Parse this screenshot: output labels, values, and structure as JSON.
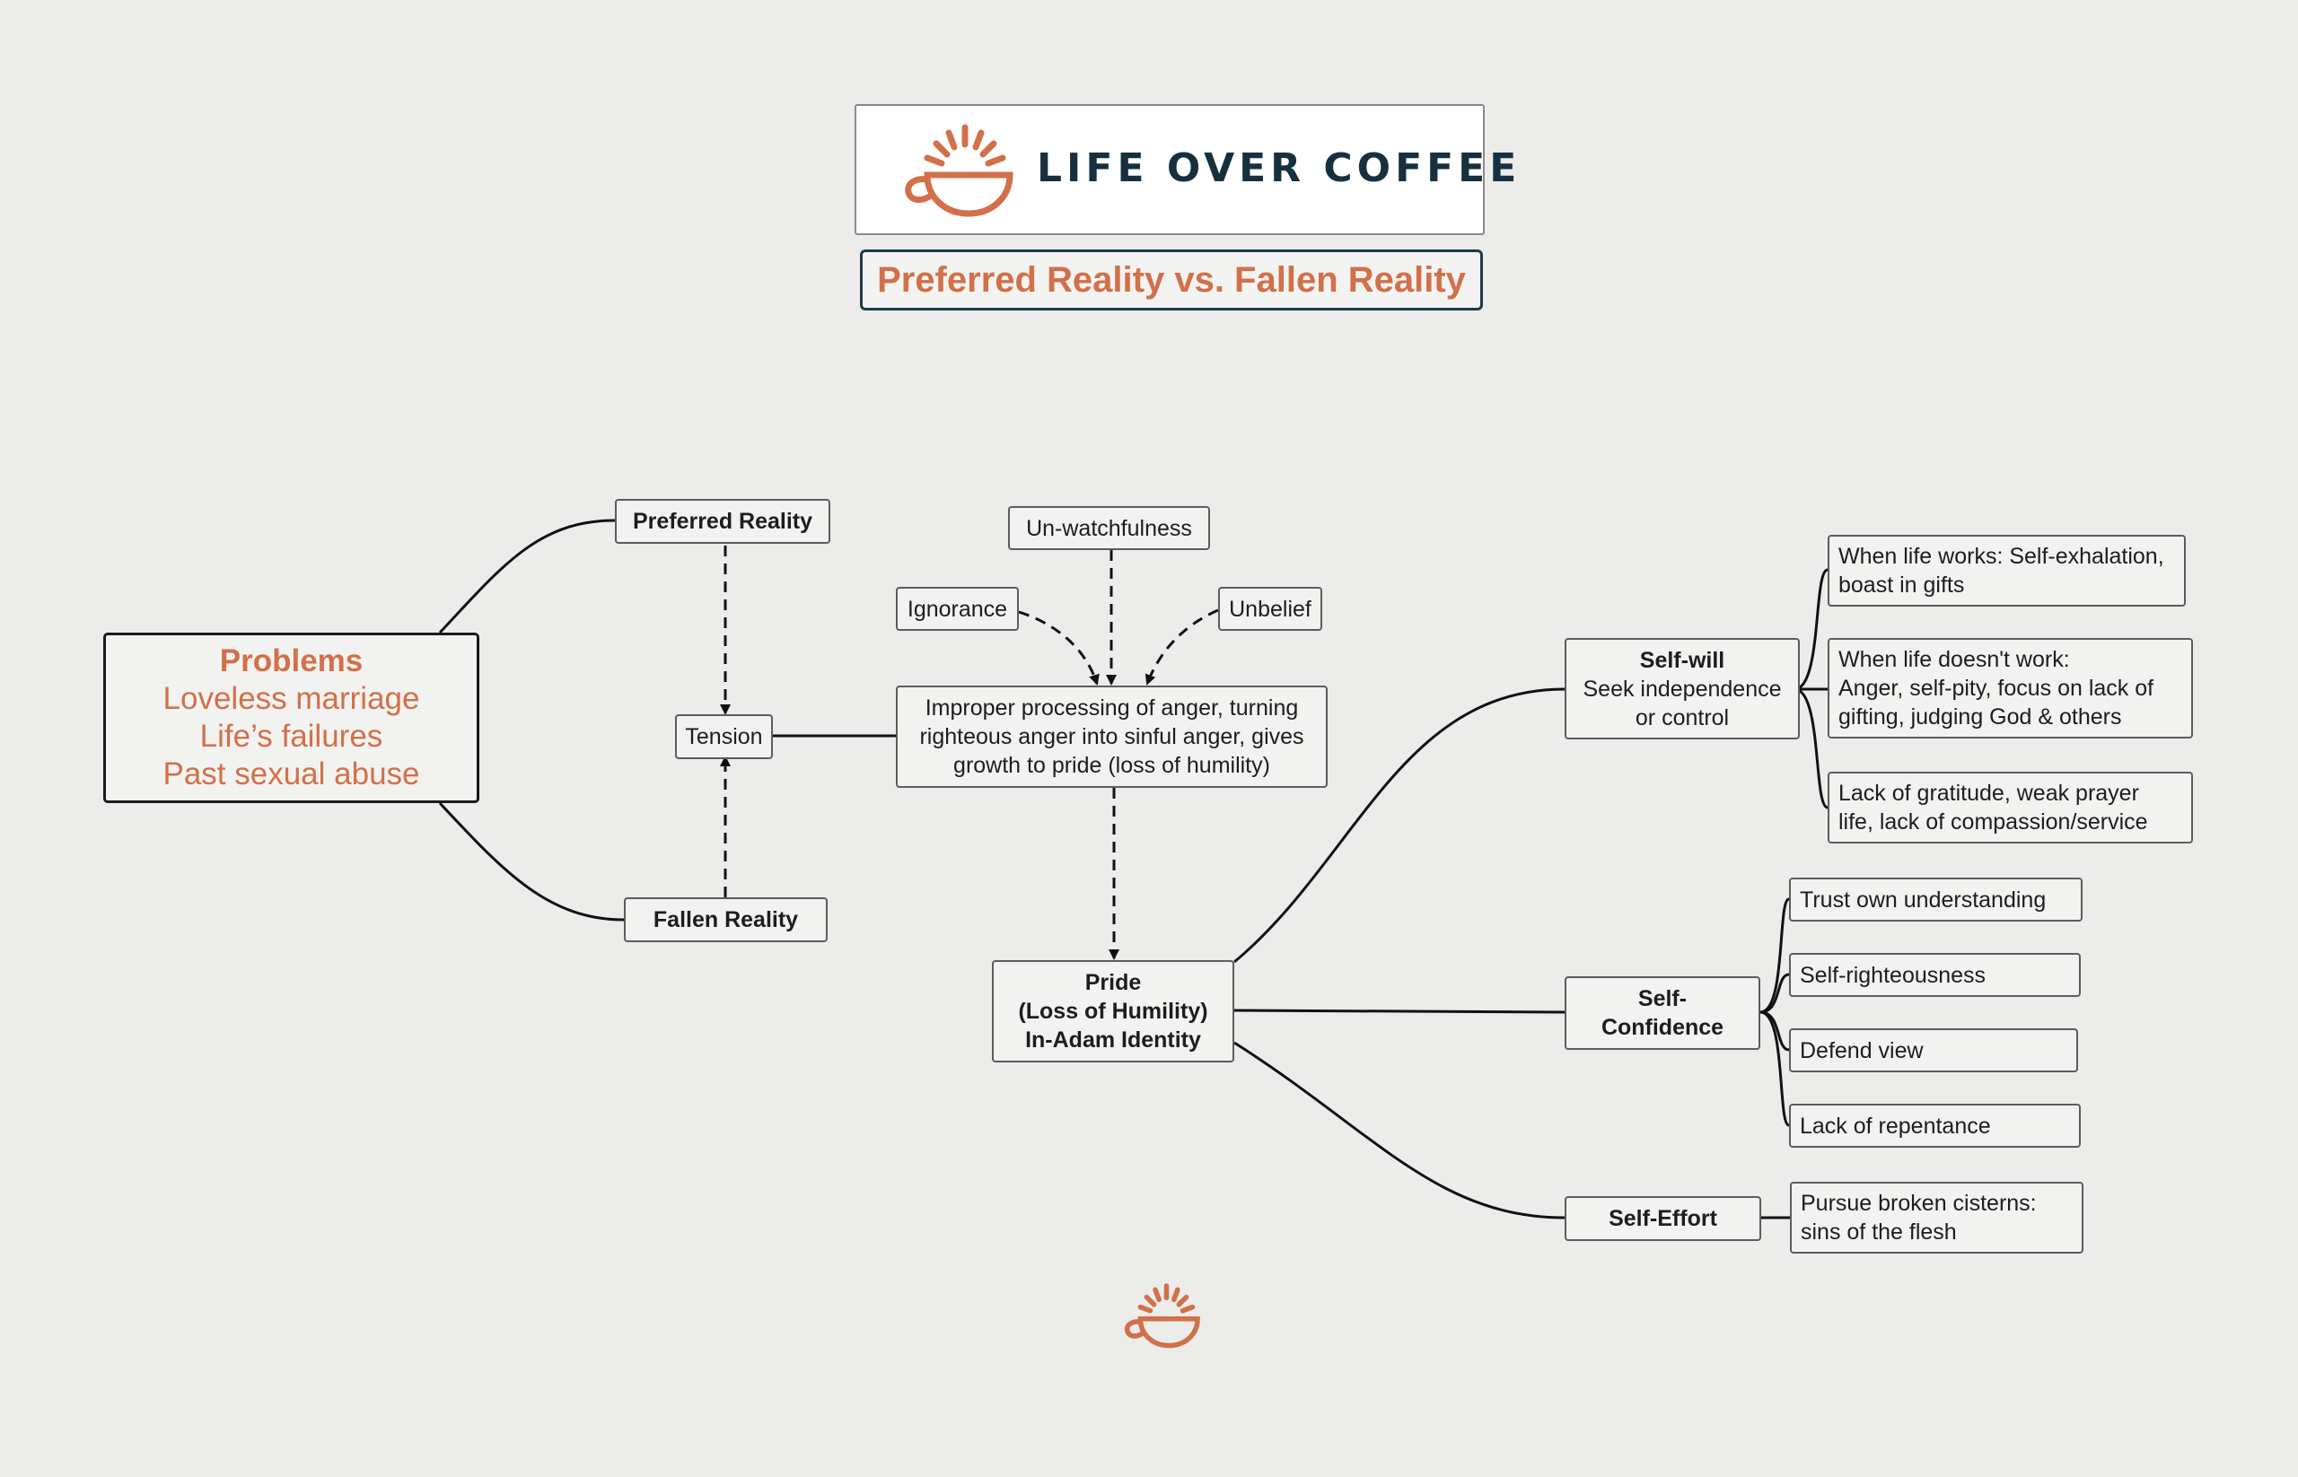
{
  "header": {
    "brand": "LIFE OVER COFFEE",
    "subtitle": "Preferred Reality vs. Fallen Reality"
  },
  "colors": {
    "accent": "#d2704a",
    "brand_dark": "#17303f",
    "background": "#ececea",
    "line": "#111111"
  },
  "icons": {
    "logo": "coffee-cup-sunrise-icon"
  },
  "problems": {
    "title": "Problems",
    "items": [
      "Loveless marriage",
      "Life’s failures",
      "Past sexual abuse"
    ]
  },
  "nodes": {
    "preferred_reality": "Preferred Reality",
    "fallen_reality": "Fallen Reality",
    "tension": "Tension",
    "ignorance": "Ignorance",
    "unwatchfulness": "Un-watchfulness",
    "unbelief": "Unbelief",
    "anger": [
      "Improper processing of anger, turning",
      "righteous anger into sinful anger, gives",
      "growth to pride (loss of humility)"
    ],
    "pride": [
      "Pride",
      "(Loss of Humility)",
      "In-Adam Identity"
    ],
    "self_will": {
      "title": "Self-will",
      "lines": [
        "Seek independence",
        "or control"
      ]
    },
    "self_confidence": [
      "Self-",
      "Confidence"
    ],
    "self_effort": "Self-Effort",
    "when_works": [
      "When life works: Self-exhalation,",
      "boast in gifts"
    ],
    "when_not": [
      "When life doesn't work:",
      "Anger, self-pity, focus on lack of",
      "gifting, judging God & others"
    ],
    "gratitude": [
      "Lack of gratitude, weak prayer",
      "life, lack of compassion/service"
    ],
    "trust": "Trust own understanding",
    "self_righteous": "Self-righteousness",
    "defend": "Defend view",
    "repentance": "Lack of repentance",
    "cisterns": [
      "Pursue broken cisterns:",
      "sins of the flesh"
    ]
  }
}
